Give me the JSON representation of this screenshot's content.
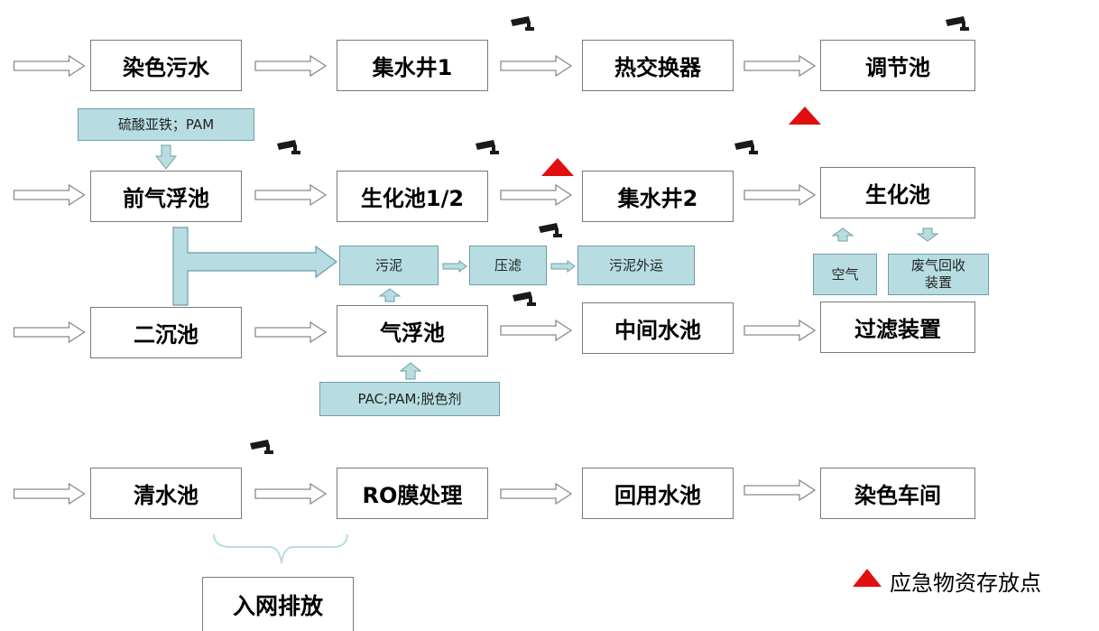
{
  "colors": {
    "box_border": "#7a7a7a",
    "teal_fill": "#b7dde2",
    "teal_border": "#6f9ea3",
    "marker": "#e01010"
  },
  "row1": {
    "a": "染色污水",
    "b": "集水井1",
    "c": "热交换器",
    "d": "调节池"
  },
  "row2": {
    "a": "前气浮池",
    "b": "生化池1/2",
    "c": "集水井2",
    "d": "生化池"
  },
  "row3": {
    "a": "二沉池",
    "b": "气浮池",
    "c": "中间水池",
    "d": "过滤装置"
  },
  "row4": {
    "a": "清水池",
    "b": "RO膜处理",
    "c": "回用水池",
    "d": "染色车间"
  },
  "chemicals": {
    "top": "硫酸亚铁；PAM",
    "bottom": "PAC;PAM;脱色剂"
  },
  "sludge": {
    "sludge": "污泥",
    "press": "压滤",
    "haul": "污泥外运"
  },
  "aux": {
    "air": "空气",
    "gas_recovery": "废气回收装置"
  },
  "discharge": "入网排放",
  "legend": {
    "label": "应急物资存放点",
    "icon": "red-triangle"
  },
  "icons": {
    "camera": "surveillance-camera-icon"
  }
}
